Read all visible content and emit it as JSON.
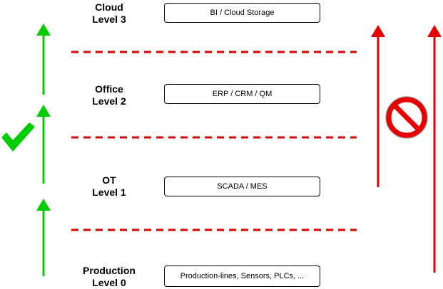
{
  "levels": [
    {
      "name": "Cloud",
      "level": "Level 3",
      "system": "BI / Cloud Storage"
    },
    {
      "name": "Office",
      "level": "Level 2",
      "system": "ERP / CRM / QM"
    },
    {
      "name": "OT",
      "level": "Level 1",
      "system": "SCADA / MES"
    },
    {
      "name": "Production",
      "level": "Level 0",
      "system": "Production-lines, Sensors, PLCs, ..."
    }
  ],
  "colors": {
    "allowed": "#00cc00",
    "forbidden": "#e60000",
    "boundary": "#dd0000",
    "text": "#000000"
  },
  "icons": {
    "allowed": "check-mark-icon",
    "forbidden": "prohibited-icon"
  }
}
